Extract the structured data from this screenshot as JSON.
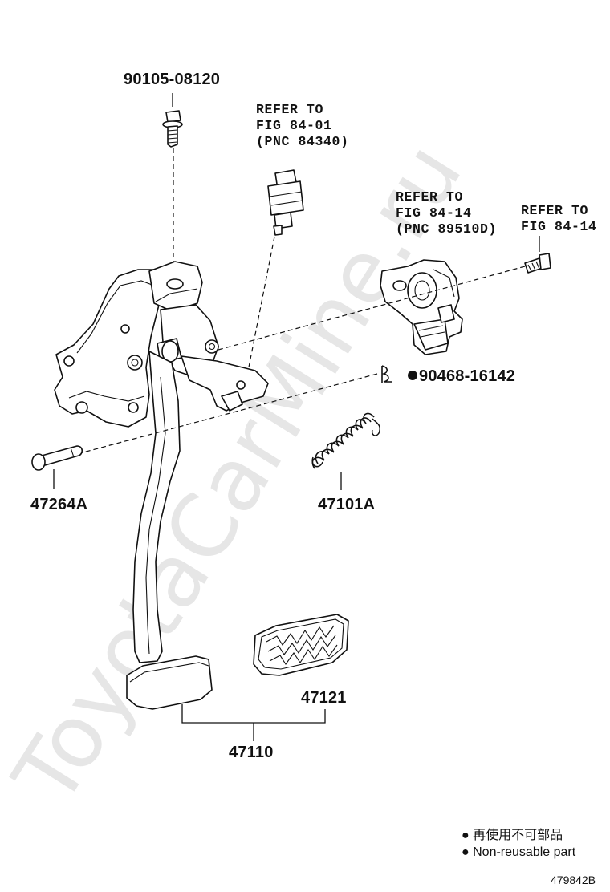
{
  "watermark": "ToyotaCarMine.ru",
  "callouts": {
    "bolt": "90105-08120",
    "stop_switch_ref": [
      "REFER TO",
      "FIG 84-01",
      "(PNC 84340)"
    ],
    "sensor_ref": [
      "REFER TO",
      "FIG 84-14",
      "(PNC 89510D)"
    ],
    "screw_ref": [
      "REFER TO",
      "FIG 84-14"
    ],
    "clip": "90468-16142",
    "pin": "47264A",
    "spring": "47101A",
    "pad": "47121",
    "pedal_assy": "47110"
  },
  "legend": {
    "symbol": "●",
    "line_jp": "再使用不可部品",
    "line_en": "Non-reusable part"
  },
  "figure_id": "479842B"
}
